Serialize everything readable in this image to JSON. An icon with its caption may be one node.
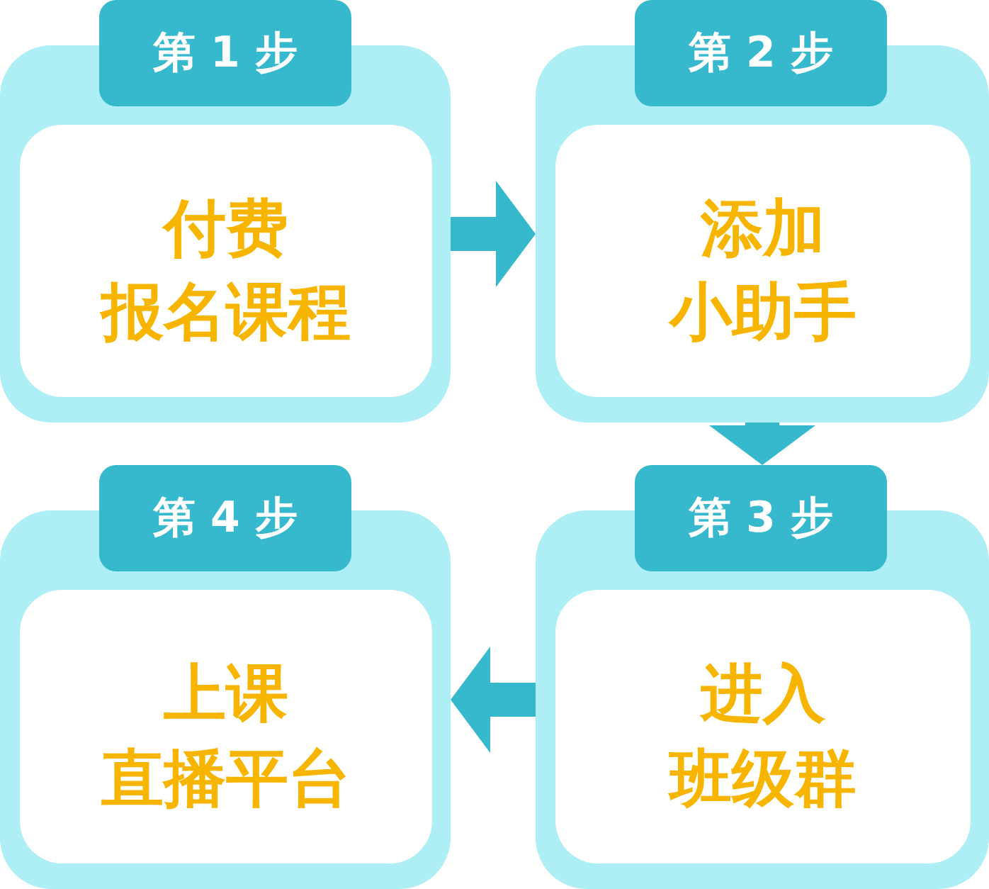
{
  "diagram": {
    "nodes": [
      {
        "text": [
          "第 1 步",
          "付费报名课程"
        ]
      },
      {
        "text": [
          "第 2 步",
          "添加小助手"
        ]
      },
      {
        "text": [
          "第 3 步",
          "进入班级群"
        ]
      },
      {
        "text": [
          "第 4 步",
          "上课直播平台"
        ]
      }
    ],
    "edges": [
      {
        "from": 0,
        "to": 1,
        "arrow": "to"
      },
      {
        "from": 1,
        "to": 2,
        "arrow": "to"
      },
      {
        "from": 2,
        "to": 3,
        "arrow": "to"
      }
    ]
  }
}
